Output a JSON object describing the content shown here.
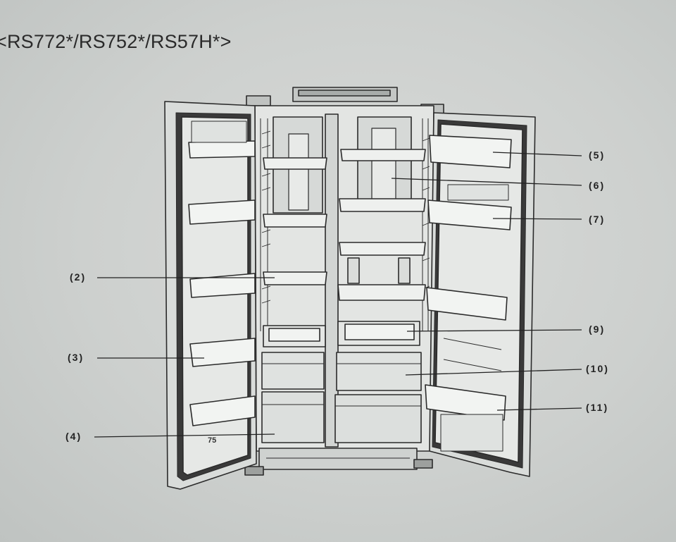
{
  "header": {
    "model_title": "<RS772*/RS752*/RS57H*>"
  },
  "diagram": {
    "callouts": [
      {
        "id": "c2",
        "label": "(2)"
      },
      {
        "id": "c3",
        "label": "(3)"
      },
      {
        "id": "c4",
        "label": "(4)"
      },
      {
        "id": "c5",
        "label": "(5)"
      },
      {
        "id": "c6",
        "label": "(6)"
      },
      {
        "id": "c7",
        "label": "(7)"
      },
      {
        "id": "c9",
        "label": "(9)"
      },
      {
        "id": "c10",
        "label": "(10)"
      },
      {
        "id": "c11",
        "label": "(11)"
      }
    ],
    "door_marking": "75"
  }
}
